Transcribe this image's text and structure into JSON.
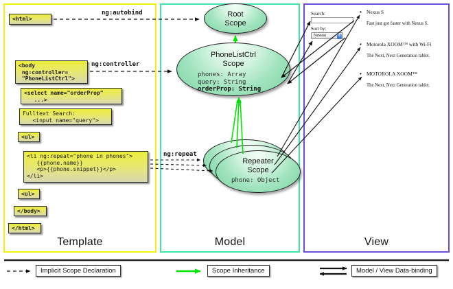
{
  "columns": {
    "template": {
      "label": "Template",
      "border_color": "#f2f20a"
    },
    "model": {
      "label": "Model",
      "border_color": "#3fe6a8"
    },
    "view": {
      "label": "View",
      "border_color": "#6b4ede"
    }
  },
  "template_boxes": [
    {
      "id": "html-open",
      "text": "<html>"
    },
    {
      "id": "body-open",
      "text": "<body\n ng:controller=\n \"PhoneListCtrl\">"
    },
    {
      "id": "select-tag",
      "text": "<select name=\"orderProp\"\n   ...>"
    },
    {
      "id": "fulltext",
      "text": "Fulltext Search:\n   <input name=\"query\">"
    },
    {
      "id": "ul-open",
      "text": "<ul>"
    },
    {
      "id": "li-repeat",
      "text": "<li ng:repeat=\"phone in phones\">\n   {{phone.name}}\n   <p>{{phone.snippet}}</p>\n</li>"
    },
    {
      "id": "ul-close",
      "text": "<ul>"
    },
    {
      "id": "body-close",
      "text": "</body>"
    },
    {
      "id": "html-close",
      "text": "</html>"
    }
  ],
  "scopes": [
    {
      "id": "root-scope",
      "title": "Root\nScope",
      "props": []
    },
    {
      "id": "phonelist-scope",
      "title": "PhoneListCtrl\nScope",
      "props": [
        {
          "text": "phones: Array",
          "bold": false
        },
        {
          "text": "query: String",
          "bold": false
        },
        {
          "text": "orderProp: String",
          "bold": true
        }
      ]
    },
    {
      "id": "repeater-scope",
      "title": "Repeater\nScope",
      "props": [
        {
          "text": "phone: Object",
          "bold": false
        }
      ]
    }
  ],
  "edge_labels": [
    {
      "id": "ng-autobind",
      "text": "ng:autobind"
    },
    {
      "id": "ng-controller",
      "text": "ng:controller"
    },
    {
      "id": "ng-repeat",
      "text": "ng:repeat"
    }
  ],
  "view": {
    "search_label": "Search:",
    "search_value": "",
    "sort_label": "Sort by:",
    "sort_value": "Newest",
    "phones": [
      {
        "name": "Nexus S",
        "snippet": "Fast just got faster with Nexus S."
      },
      {
        "name": "Motorola XOOM™  with Wi-Fi",
        "snippet": "The Next, Next Generation tablet."
      },
      {
        "name": "MOTOROLA XOOM™",
        "snippet": "The Next, Next Generation tablet."
      }
    ]
  },
  "legend": [
    {
      "id": "implicit-scope-declaration",
      "text": "Implicit Scope Declaration",
      "arrow": "dashed-black"
    },
    {
      "id": "scope-inheritance",
      "text": "Scope Inheritance",
      "arrow": "solid-green"
    },
    {
      "id": "model-view-data-binding",
      "text": "Model / View Data-binding",
      "arrow": "double-black"
    }
  ],
  "colors": {
    "yellow_box": "#ecec3c",
    "green_scope": "#9fe3bd",
    "inheritance_arrow": "#00e500",
    "outline": "#1d1d1d"
  }
}
